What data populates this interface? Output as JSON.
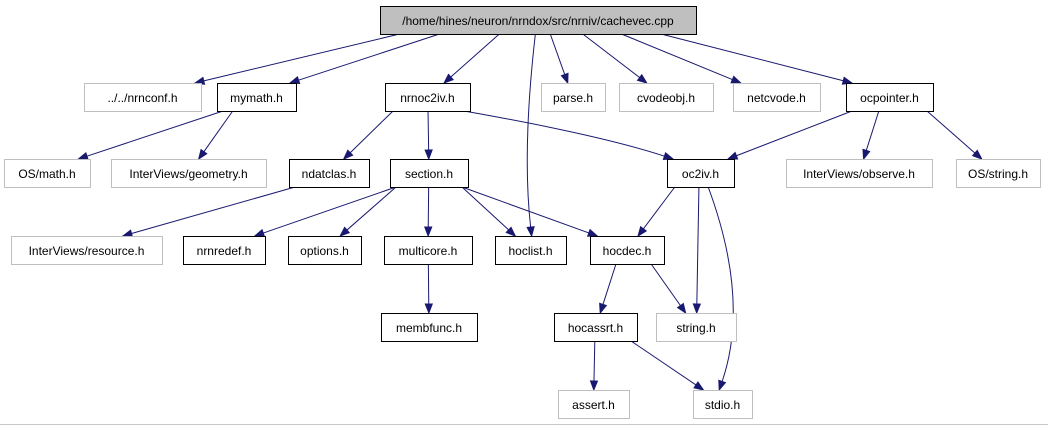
{
  "diagram": {
    "nodes": [
      {
        "id": "root",
        "label": "/home/hines/neuron/nrndox/src/nrniv/cachevec.cpp",
        "kind": "root"
      },
      {
        "id": "nrnconf",
        "label": "../../nrnconf.h",
        "kind": "external"
      },
      {
        "id": "mymath",
        "label": "mymath.h",
        "kind": "local"
      },
      {
        "id": "nrnoc2iv",
        "label": "nrnoc2iv.h",
        "kind": "local"
      },
      {
        "id": "parse",
        "label": "parse.h",
        "kind": "external"
      },
      {
        "id": "cvodeobj",
        "label": "cvodeobj.h",
        "kind": "external"
      },
      {
        "id": "netcvode",
        "label": "netcvode.h",
        "kind": "external"
      },
      {
        "id": "ocpointer",
        "label": "ocpointer.h",
        "kind": "local"
      },
      {
        "id": "osmath",
        "label": "OS/math.h",
        "kind": "external"
      },
      {
        "id": "geometry",
        "label": "InterViews/geometry.h",
        "kind": "external"
      },
      {
        "id": "ndatclas",
        "label": "ndatclas.h",
        "kind": "local"
      },
      {
        "id": "section",
        "label": "section.h",
        "kind": "local"
      },
      {
        "id": "oc2iv",
        "label": "oc2iv.h",
        "kind": "local"
      },
      {
        "id": "observe",
        "label": "InterViews/observe.h",
        "kind": "external"
      },
      {
        "id": "osstring",
        "label": "OS/string.h",
        "kind": "external"
      },
      {
        "id": "resource",
        "label": "InterViews/resource.h",
        "kind": "external"
      },
      {
        "id": "nrnredef",
        "label": "nrnredef.h",
        "kind": "local"
      },
      {
        "id": "options",
        "label": "options.h",
        "kind": "local"
      },
      {
        "id": "multicore",
        "label": "multicore.h",
        "kind": "local"
      },
      {
        "id": "hoclist",
        "label": "hoclist.h",
        "kind": "local"
      },
      {
        "id": "hocdec",
        "label": "hocdec.h",
        "kind": "local"
      },
      {
        "id": "membfunc",
        "label": "membfunc.h",
        "kind": "local"
      },
      {
        "id": "hocassrt",
        "label": "hocassrt.h",
        "kind": "local"
      },
      {
        "id": "stringh",
        "label": "string.h",
        "kind": "external"
      },
      {
        "id": "asserth",
        "label": "assert.h",
        "kind": "external"
      },
      {
        "id": "stdioh",
        "label": "stdio.h",
        "kind": "external"
      }
    ],
    "edges": [
      [
        "root",
        "nrnconf"
      ],
      [
        "root",
        "mymath"
      ],
      [
        "root",
        "nrnoc2iv"
      ],
      [
        "root",
        "hoclist"
      ],
      [
        "root",
        "parse"
      ],
      [
        "root",
        "cvodeobj"
      ],
      [
        "root",
        "netcvode"
      ],
      [
        "root",
        "ocpointer"
      ],
      [
        "mymath",
        "osmath"
      ],
      [
        "mymath",
        "geometry"
      ],
      [
        "nrnoc2iv",
        "ndatclas"
      ],
      [
        "nrnoc2iv",
        "section"
      ],
      [
        "nrnoc2iv",
        "oc2iv"
      ],
      [
        "ocpointer",
        "oc2iv"
      ],
      [
        "ocpointer",
        "observe"
      ],
      [
        "ocpointer",
        "osstring"
      ],
      [
        "ndatclas",
        "resource"
      ],
      [
        "section",
        "nrnredef"
      ],
      [
        "section",
        "options"
      ],
      [
        "section",
        "multicore"
      ],
      [
        "section",
        "hoclist"
      ],
      [
        "section",
        "hocdec"
      ],
      [
        "oc2iv",
        "hocdec"
      ],
      [
        "oc2iv",
        "stringh"
      ],
      [
        "oc2iv",
        "stdioh"
      ],
      [
        "multicore",
        "membfunc"
      ],
      [
        "hocdec",
        "hocassrt"
      ],
      [
        "hocdec",
        "stringh"
      ],
      [
        "hocassrt",
        "asserth"
      ],
      [
        "hocassrt",
        "stdioh"
      ]
    ],
    "colors": {
      "edge": "#191970",
      "root_fill": "#bfbfbf",
      "external_border": "#bfbfbf"
    }
  }
}
